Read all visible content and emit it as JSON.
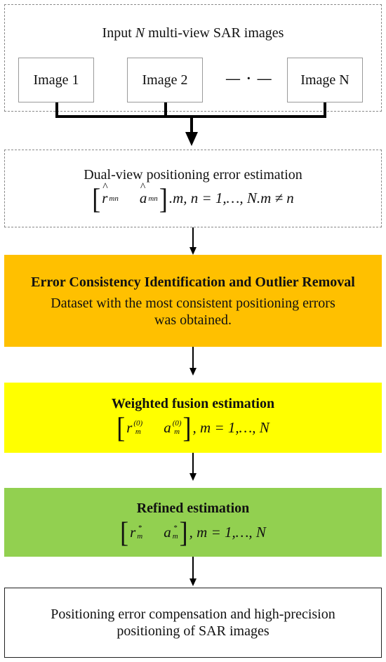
{
  "input": {
    "title_pre": "Input ",
    "title_var": "N",
    "title_post": " multi-view SAR images",
    "images": [
      "Image 1",
      "Image 2",
      "Image N"
    ],
    "ellipsis": "— · —"
  },
  "dual": {
    "title": "Dual-view positioning error estimation",
    "r": "r",
    "r_sub": "mn",
    "a": "a",
    "a_sub": "mn",
    "cond": ".m, n = 1,…, N.m ≠ n"
  },
  "consistency": {
    "title": "Error Consistency Identification and Outlier Removal",
    "line1": "Dataset with the most consistent positioning errors",
    "line2": "was obtained.",
    "color": "#FFC000"
  },
  "weighted": {
    "title": "Weighted fusion estimation",
    "r": "r",
    "r_sub": "m",
    "r_sup": "(0)",
    "a": "a",
    "a_sub": "m",
    "a_sup": "(0)",
    "cond": ", m = 1,…, N",
    "color": "#FFFF00"
  },
  "refined": {
    "title": "Refined estimation",
    "r": "r",
    "r_sub": "m",
    "r_sup": "*",
    "a": "a",
    "a_sub": "m",
    "a_sup": "*",
    "cond": ", m = 1,…, N",
    "color": "#92D050"
  },
  "final": {
    "line1": "Positioning error compensation and high-precision",
    "line2": "positioning of SAR images"
  }
}
